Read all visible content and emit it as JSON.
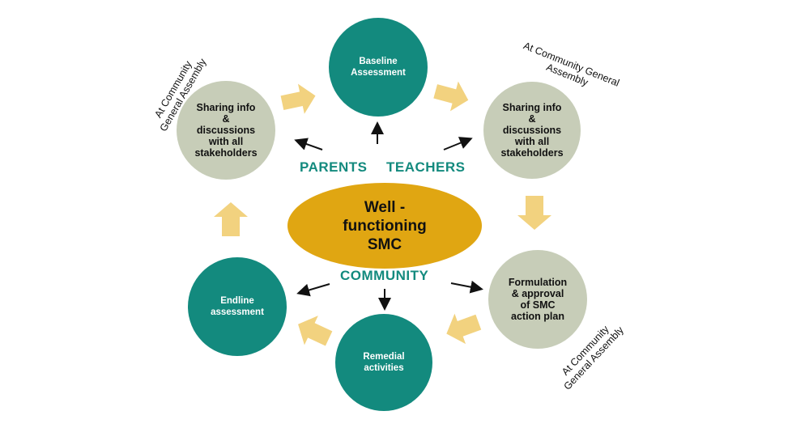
{
  "center": {
    "label": "Well -\nfunctioning\nSMC"
  },
  "groups": {
    "parents": "PARENTS",
    "teachers": "TEACHERS",
    "community": "COMMUNITY"
  },
  "steps": {
    "baseline": "Baseline\nAssessment",
    "sharing_right": "Sharing info\n&\ndiscussions\nwith all\nstakeholders",
    "formulation": "Formulation\n& approval\nof SMC\naction plan",
    "remedial": "Remedial\nactivities",
    "endline": "Endline\nassessment",
    "sharing_left": "Sharing info\n&\ndiscussions\nwith all\nstakeholders"
  },
  "notes": {
    "top_left": "At Community\nGeneral Assembly",
    "top_right": "At Community General\nAssembly",
    "bottom_right": "At Community\nGeneral Assembly"
  },
  "colors": {
    "teal": "#138a7e",
    "sage": "#c7cdb8",
    "gold": "#e0a612",
    "arrow_fill": "#f2d27f"
  }
}
